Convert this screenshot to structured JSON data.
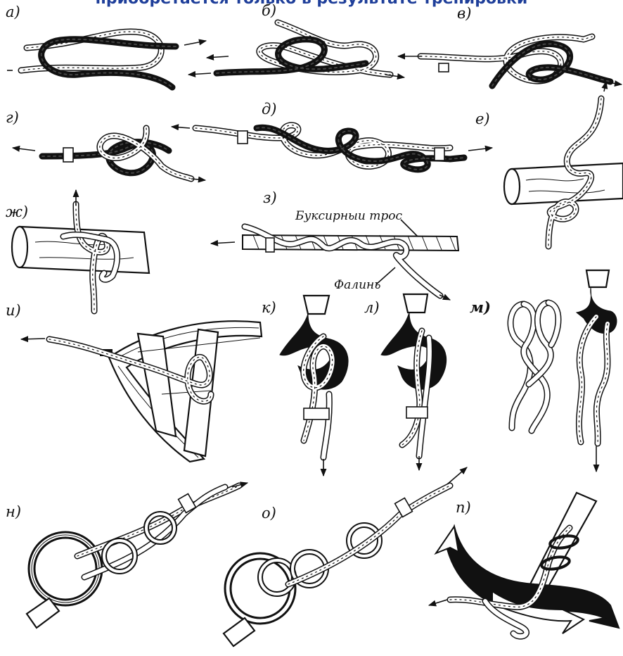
{
  "header": {
    "title": "приобретается только в результате тренировки"
  },
  "figure": {
    "panel_labels": [
      "а)",
      "б)",
      "в)",
      "г)",
      "д)",
      "е)",
      "ж)",
      "з)",
      "и)",
      "к)",
      "л)",
      "м)",
      "н)",
      "о)",
      "п)"
    ],
    "annotations": {
      "tow_rope": "Буксирныи трос",
      "painter": "Фалинь"
    }
  }
}
